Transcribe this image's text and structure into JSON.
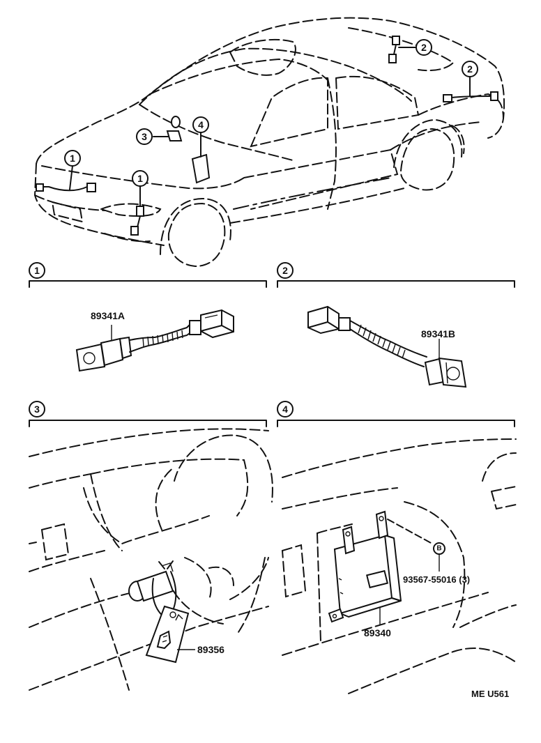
{
  "callouts": {
    "c1": "1",
    "c2": "2",
    "c3": "3",
    "c4": "4",
    "bolt": "B"
  },
  "parts": {
    "p1": "89341A",
    "p2": "89341B",
    "p3": "89356",
    "p4": "89340",
    "bolt_part": "93567-55016 (3)"
  },
  "reference_code": "ME U561"
}
